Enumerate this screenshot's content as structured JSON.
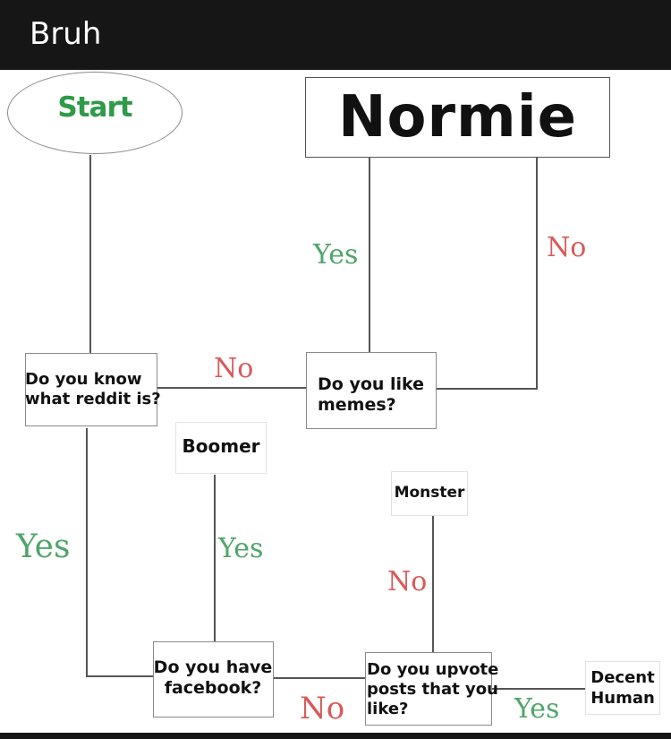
{
  "header": {
    "title": "Bruh"
  },
  "colors": {
    "yes": "#4fa56a",
    "no": "#d85a5a",
    "start": "#2f9a48"
  },
  "nodes": {
    "start": "Start",
    "normie": "Normie",
    "reddit_q": "Do you know what reddit is?",
    "memes_q": "Do you like memes?",
    "boomer": "Boomer",
    "monster": "Monster",
    "facebook_q": "Do you have facebook?",
    "upvote_q": "Do you upvote posts that you like?",
    "decent": "Decent Human"
  },
  "labels": {
    "memes_yes": "Yes",
    "memes_no": "No",
    "reddit_no": "No",
    "reddit_yes": "Yes",
    "facebook_yes": "Yes",
    "facebook_no": "No",
    "upvote_no": "No",
    "upvote_yes": "Yes"
  }
}
